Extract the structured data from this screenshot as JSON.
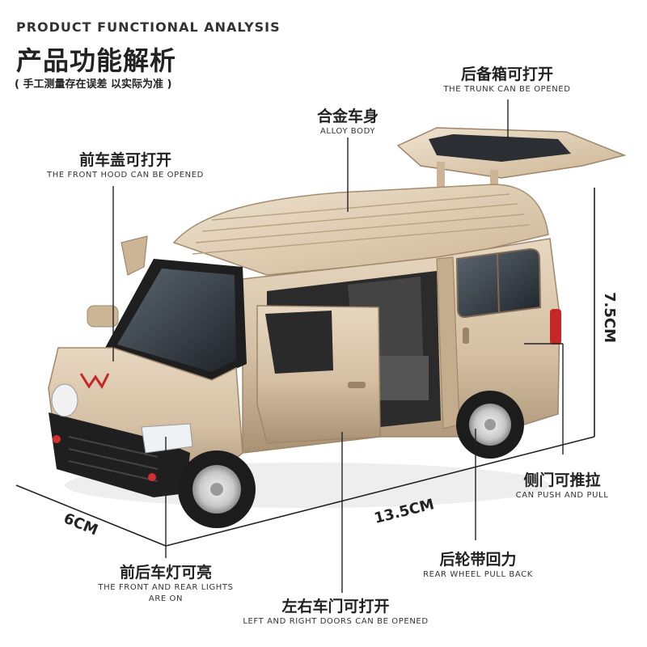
{
  "header": {
    "title_en": "PRODUCT FUNCTIONAL ANALYSIS",
    "title_cn": "产品功能解析",
    "note": "( 手工测量存在误差 以实际为准 )"
  },
  "features": {
    "trunk": {
      "cn": "后备箱可打开",
      "en": "THE TRUNK CAN BE OPENED"
    },
    "body": {
      "cn": "合金车身",
      "en": "ALLOY BODY"
    },
    "hood": {
      "cn": "前车盖可打开",
      "en": "THE FRONT HOOD CAN BE OPENED"
    },
    "side_door": {
      "cn": "侧门可推拉",
      "en": "CAN PUSH AND PULL"
    },
    "pull_back": {
      "cn": "后轮带回力",
      "en": "REAR WHEEL PULL BACK"
    },
    "lights": {
      "cn": "前后车灯可亮",
      "en": "THE FRONT AND REAR LIGHTS",
      "en2": "ARE ON"
    },
    "doors": {
      "cn": "左右车门可打开",
      "en": "LEFT AND RIGHT DOORS CAN BE OPENED"
    }
  },
  "dimensions": {
    "height": "7.5CM",
    "length": "13.5CM",
    "width": "6CM"
  },
  "colors": {
    "body": "#d6c3a8",
    "body_shadow": "#b09a7c",
    "glass": "#2a2f36",
    "tire": "#1c1c1c"
  }
}
